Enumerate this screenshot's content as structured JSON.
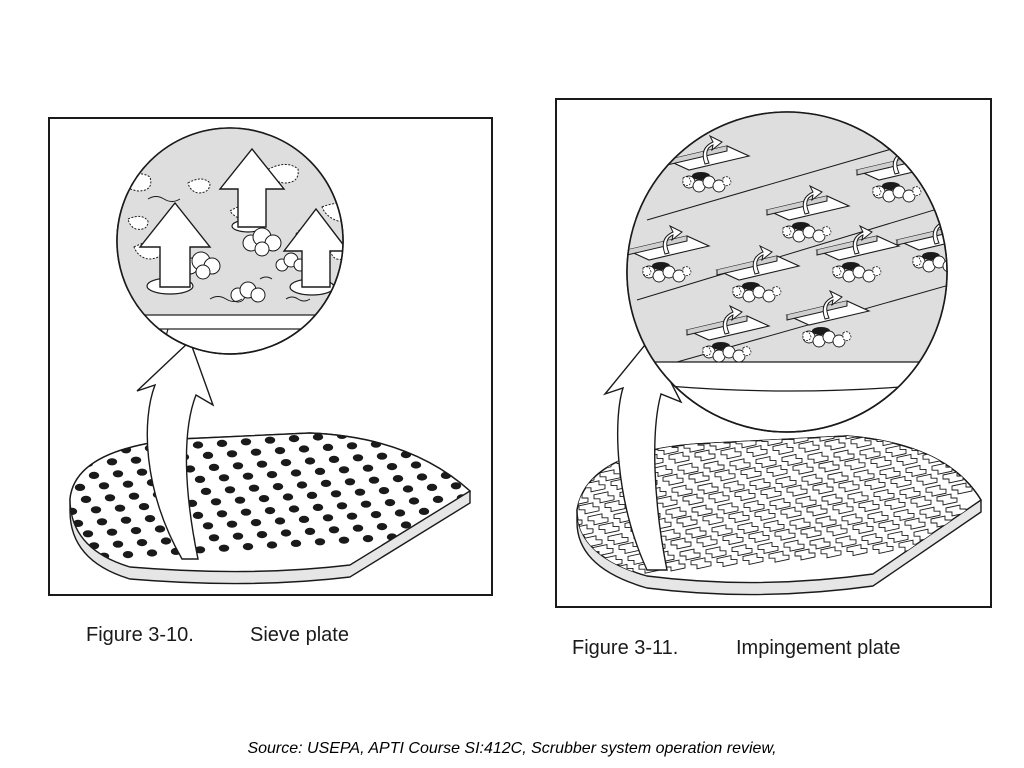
{
  "figures": [
    {
      "number": "Figure 3-10.",
      "title": "Sieve plate"
    },
    {
      "number": "Figure 3-11.",
      "title": "Impingement plate"
    }
  ],
  "source": "Source: USEPA, APTI Course SI:412C, Scrubber system operation review,",
  "colors": {
    "ink": "#1a1a1a",
    "shade": "#d4d4d4",
    "hole": "#1a1a1a"
  }
}
